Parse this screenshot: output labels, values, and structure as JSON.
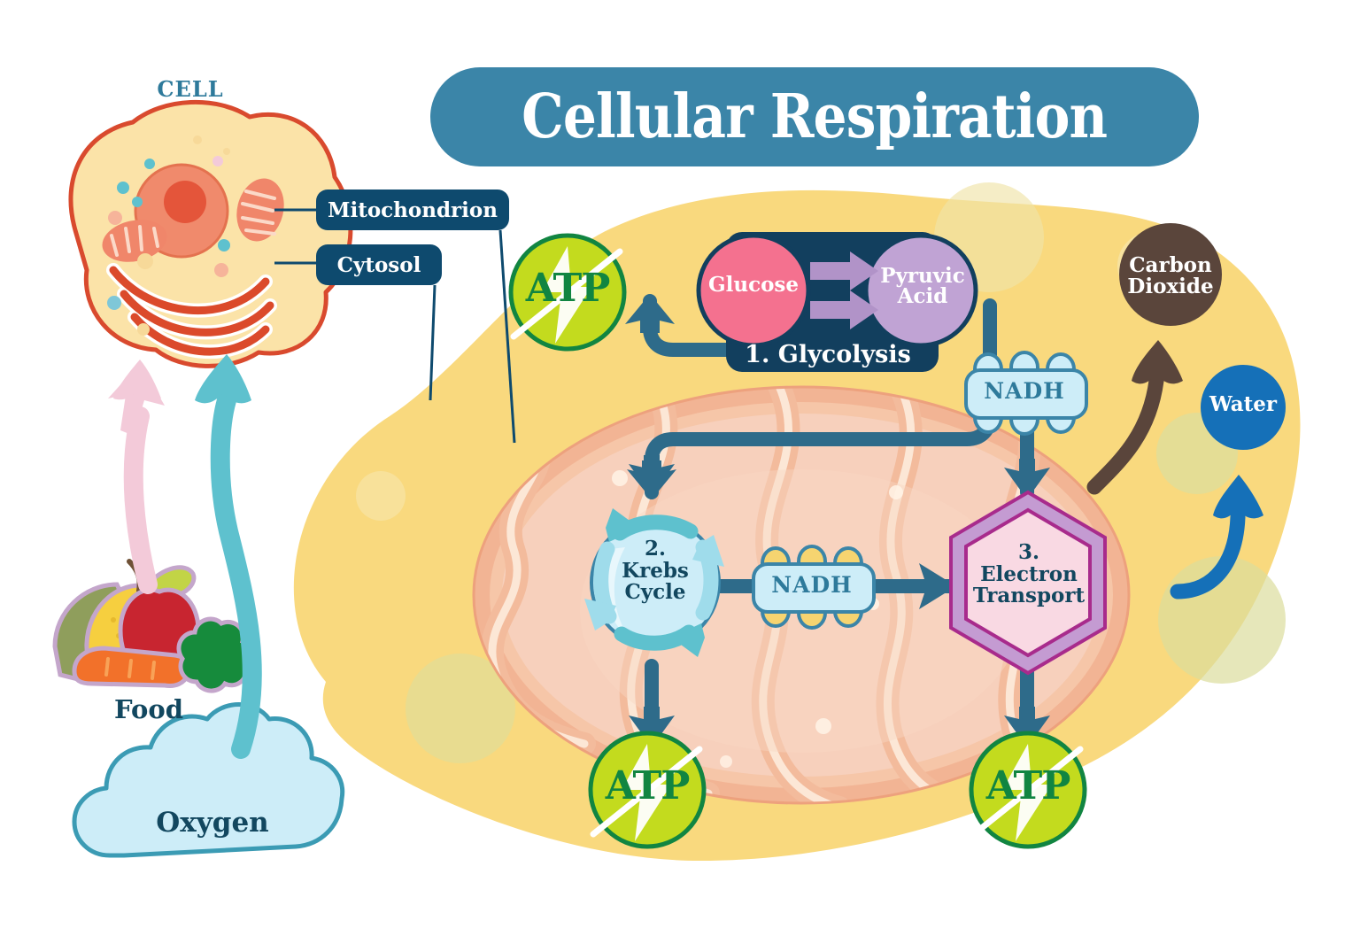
{
  "title": "Cellular Respiration",
  "cell_panel": {
    "caption": "CELL",
    "callouts": [
      {
        "label": "Mitochondrion"
      },
      {
        "label": "Cytosol"
      }
    ]
  },
  "inputs": {
    "food": "Food",
    "oxygen": "Oxygen"
  },
  "stages": {
    "glycolysis": {
      "number_label": "1. Glycolysis",
      "substrate": "Glucose",
      "product": "Pyruvic Acid"
    },
    "krebs": {
      "label": "2.\nKrebs\nCycle",
      "line1": "2.",
      "line2": "Krebs",
      "line3": "Cycle"
    },
    "electron_transport": {
      "line1": "3.",
      "line2": "Electron",
      "line3": "Transport"
    }
  },
  "carriers": {
    "nadh_from_glycolysis": "NADH",
    "nadh_from_krebs": "NADH"
  },
  "energy": {
    "atp_glycolysis": "ATP",
    "atp_krebs": "ATP",
    "atp_etc": "ATP"
  },
  "wastes": {
    "carbon_dioxide_line1": "Carbon",
    "carbon_dioxide_line2": "Dioxide",
    "water": "Water"
  },
  "colors": {
    "title_pill": "#3B85A8",
    "callout_navy": "#0E4A6E",
    "glycolysis_box": "#123F5E",
    "glucose_pink": "#F4718F",
    "pyruvic_purple": "#C0A3D4",
    "atp_green_fill": "#C3DB1E",
    "atp_green_stroke": "#118541",
    "nadh_fill": "#CDEDF8",
    "nadh_stroke": "#3B85A8",
    "krebs_fill": "#CDEDF8",
    "krebs_arrow": "#5EC1CE",
    "etc_fill": "#F9D9E3",
    "etc_ring": "#C49BD2",
    "etc_stroke": "#A82B8C",
    "co2_brown": "#5A453B",
    "water_blue": "#1570B8",
    "background_blob": "#F9D97E",
    "mito_membrane": "#EDA17D",
    "mito_matrix": "#F7D0BC",
    "cell_cytoplasm": "#FBE3A8",
    "cell_outline": "#D94A2E",
    "connector_teal": "#2E6B8A",
    "food_arrow_pink": "#F3CAD9",
    "oxygen_arrow_teal": "#5EC1CE"
  }
}
